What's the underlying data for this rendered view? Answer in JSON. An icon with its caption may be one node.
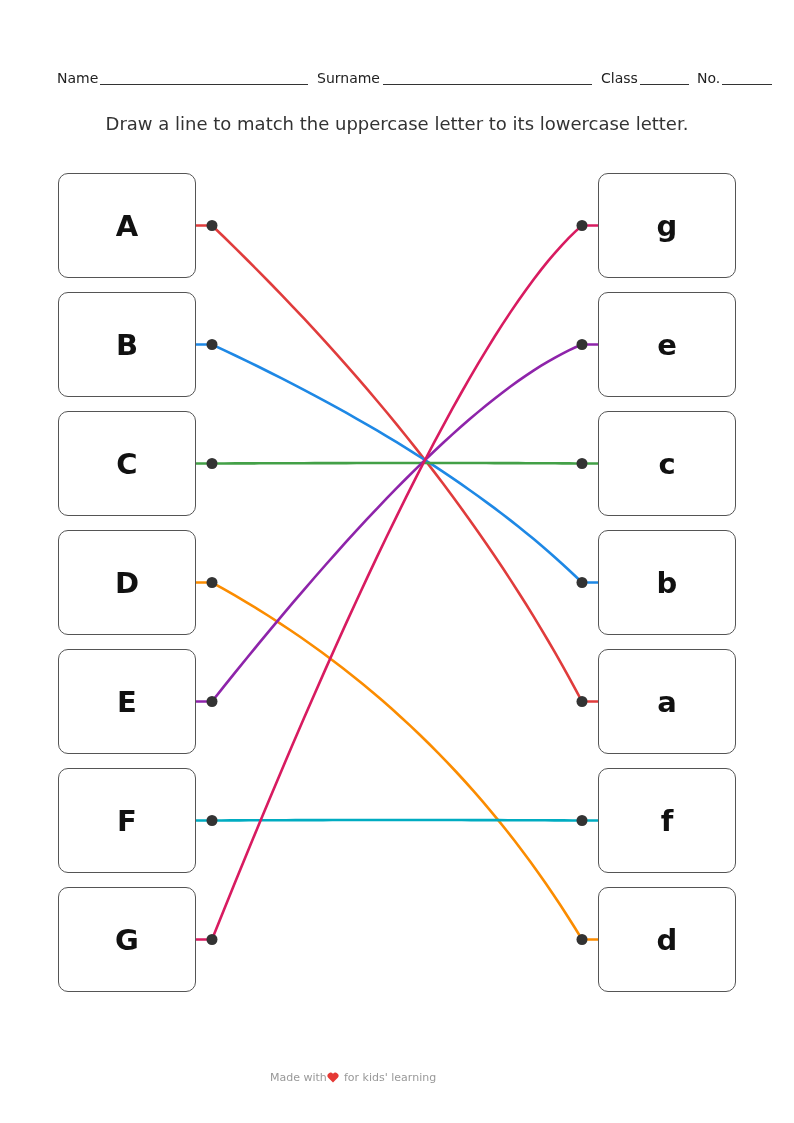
{
  "diagram": {
    "title": "Draw a line to match the uppercase letter to its lowercase letter.",
    "nodes": [
      {
        "text": [
          "A"
        ]
      },
      {
        "text": [
          "B"
        ]
      },
      {
        "text": [
          "C"
        ]
      },
      {
        "text": [
          "D"
        ]
      },
      {
        "text": [
          "E"
        ]
      },
      {
        "text": [
          "F"
        ]
      },
      {
        "text": [
          "G"
        ]
      },
      {
        "text": [
          "g"
        ]
      },
      {
        "text": [
          "e"
        ]
      },
      {
        "text": [
          "c"
        ]
      },
      {
        "text": [
          "b"
        ]
      },
      {
        "text": [
          "a"
        ]
      },
      {
        "text": [
          "f"
        ]
      },
      {
        "text": [
          "d"
        ]
      }
    ],
    "edges": [
      {
        "from": 0,
        "to": 11,
        "arrow": "other",
        "color": "#e03c3c"
      },
      {
        "from": 1,
        "to": 10,
        "arrow": "other",
        "color": "#1e88e5"
      },
      {
        "from": 2,
        "to": 9,
        "arrow": "other",
        "color": "#43a047"
      },
      {
        "from": 3,
        "to": 13,
        "arrow": "other",
        "color": "#fb8c00"
      },
      {
        "from": 4,
        "to": 8,
        "arrow": "other",
        "color": "#8e24aa"
      },
      {
        "from": 5,
        "to": 12,
        "arrow": "other",
        "color": "#00acc1"
      },
      {
        "from": 6,
        "to": 7,
        "arrow": "other",
        "color": "#d81b60"
      }
    ],
    "labels": [
      "Name",
      "Surname",
      "Class",
      "No.",
      "Made with",
      "for kids' learning"
    ]
  }
}
